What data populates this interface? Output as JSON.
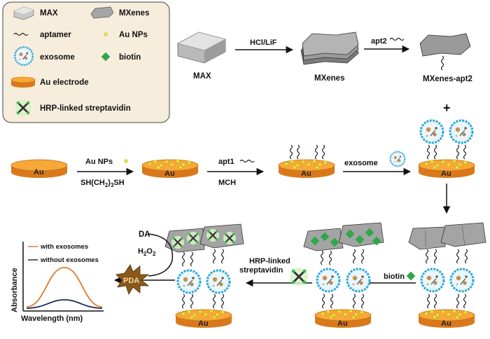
{
  "legend": {
    "max": "MAX",
    "mxenes": "MXenes",
    "aptamer": "aptamer",
    "au_nps": "Au NPs",
    "exosome": "exosome",
    "biotin": "biotin",
    "au_electrode": "Au electrode",
    "hrp": "HRP-linked streptavidin"
  },
  "top_row": {
    "max_label": "MAX",
    "step1_reagent": "HCl/LiF",
    "mxenes_label": "MXenes",
    "step2_reagent": "apt2",
    "product_label": "MXenes-apt2",
    "plus": "+"
  },
  "middle_row": {
    "electrode_text": "Au",
    "step1_reagent_top": "Au NPs",
    "step1_reagent_bottom_pre": "SH(CH",
    "step1_reagent_bottom_sub": "2",
    "step1_reagent_bottom_mid": ")",
    "step1_reagent_bottom_sub2": "3",
    "step1_reagent_bottom_post": "SH",
    "step2_reagent_top": "apt1",
    "step2_reagent_bottom": "MCH",
    "step3_reagent": "exosome"
  },
  "bottom_row": {
    "biotin_reagent": "biotin",
    "hrp_reagent_line1": "HRP-linked",
    "hrp_reagent_line2": "streptavidin",
    "dopamine": "DA",
    "h2o2_pre": "H",
    "h2o2_sub1": "2",
    "h2o2_mid": "O",
    "h2o2_sub2": "2",
    "pda": "PDA"
  },
  "inset_plot": {
    "series_with": "with exosomes",
    "series_without": "without exosomes",
    "xlabel": "Wavelength (nm)",
    "ylabel": "Absorbance",
    "color_with": "#e07a2c",
    "color_without": "#1a2a5a"
  },
  "colors": {
    "electrode_top": "#f6a838",
    "electrode_side": "#d9791c",
    "gold_np": "#e8e23a",
    "biotin": "#2fa84a",
    "exosome_ring": "#2aa6d8",
    "pda_fill": "#8a5a1a",
    "legend_box": "#f7eddc"
  }
}
